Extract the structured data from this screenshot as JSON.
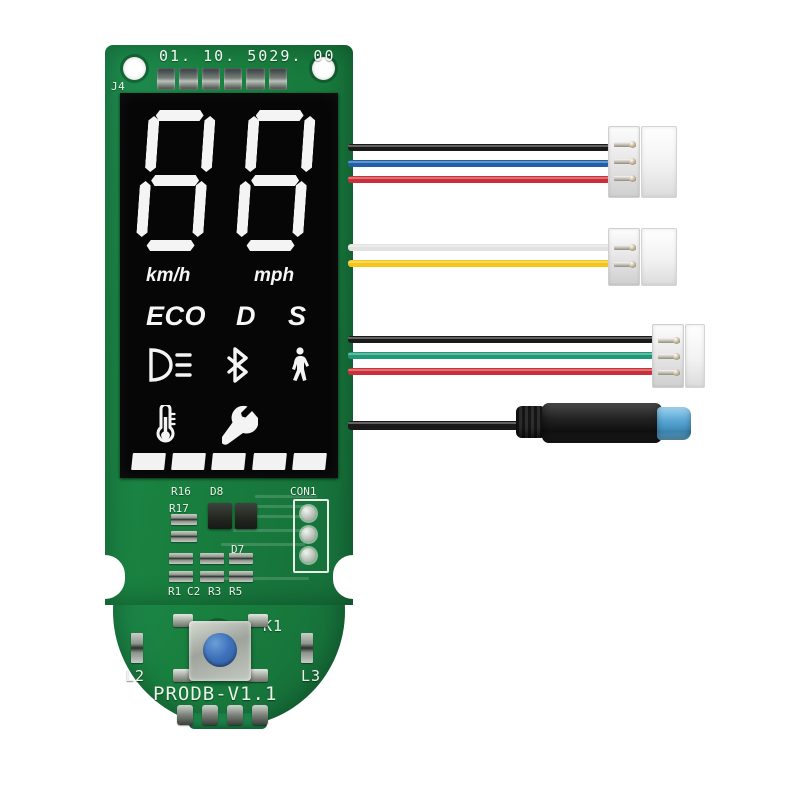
{
  "product": {
    "type": "e-scooter-dashboard-pcb",
    "board_revision": "PRODB-V1.1",
    "background_color": "#ffffff",
    "pcb_color": "#19803f"
  },
  "pcb": {
    "silkscreen_top": "01.  10.  5029.  00",
    "connector_j4": "J4",
    "labels": {
      "r16": "R16",
      "r17": "R17",
      "d8": "D8",
      "d7": "D7",
      "con1": "CON1",
      "r1": "R1",
      "c2": "C2",
      "r3": "R3",
      "r5": "R5",
      "k1": "K1",
      "l2": "L2",
      "l3": "L3",
      "revision": "PRODB-V1.1"
    },
    "button": {
      "name": "power-button",
      "cap_color": "#3f72bb"
    }
  },
  "lcd": {
    "background_color": "#060606",
    "segment_color": "#f4f4f4",
    "speed_value": "88",
    "digits": [
      {
        "value": "8",
        "segments": [
          "a",
          "b",
          "c",
          "d",
          "e",
          "f",
          "g"
        ]
      },
      {
        "value": "8",
        "segments": [
          "a",
          "b",
          "c",
          "d",
          "e",
          "f",
          "g"
        ]
      }
    ],
    "units": {
      "kmh": "km/h",
      "mph": "mph"
    },
    "modes": [
      {
        "key": "eco",
        "label": "ECO"
      },
      {
        "key": "drive",
        "label": "D"
      },
      {
        "key": "sport",
        "label": "S"
      }
    ],
    "icons_row1": [
      {
        "key": "headlight",
        "name": "headlight-icon"
      },
      {
        "key": "bluetooth",
        "name": "bluetooth-icon"
      },
      {
        "key": "walk_mode",
        "name": "pedestrian-walk-icon"
      }
    ],
    "icons_row2": [
      {
        "key": "temperature",
        "name": "thermometer-icon"
      },
      {
        "key": "service",
        "name": "wrench-icon"
      }
    ],
    "battery": {
      "name": "battery-level-bar",
      "total_segments": 5,
      "lit_segments": 5
    }
  },
  "cables": [
    {
      "name": "cable-3pin-upper",
      "connector": "3-pin-jst-white",
      "pins": 3,
      "wires": [
        {
          "color_name": "black",
          "hex": "#1a1a1a"
        },
        {
          "color_name": "blue",
          "hex": "#2060a8"
        },
        {
          "color_name": "red",
          "hex": "#c93038"
        }
      ]
    },
    {
      "name": "cable-2pin-middle",
      "connector": "2-pin-jst-white",
      "pins": 2,
      "wires": [
        {
          "color_name": "white",
          "hex": "#e8e8e8"
        },
        {
          "color_name": "yellow",
          "hex": "#f5c518"
        }
      ]
    },
    {
      "name": "cable-3pin-lower",
      "connector": "3-pin-jst-white",
      "pins": 3,
      "wires": [
        {
          "color_name": "black",
          "hex": "#1a1a1a"
        },
        {
          "color_name": "green",
          "hex": "#1f9878"
        },
        {
          "color_name": "red",
          "hex": "#c93038"
        }
      ]
    },
    {
      "name": "cable-waterproof-barrel",
      "connector": "waterproof-barrel",
      "pins": 0,
      "tip_hex": "#5aa8d6",
      "wires": [
        {
          "color_name": "black",
          "hex": "#1a1a1a"
        }
      ]
    }
  ]
}
